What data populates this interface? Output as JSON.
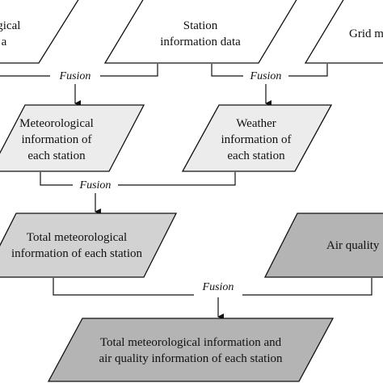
{
  "nodes": {
    "meteo_data": {
      "line1": "logical",
      "line2": "a"
    },
    "station_data": {
      "line1": "Station",
      "line2": "information data"
    },
    "grid_data": {
      "line1": "Grid m"
    },
    "meteo_station": {
      "line1": "Meteorological",
      "line2": "information of",
      "line3": "each station"
    },
    "weather_station": {
      "line1": "Weather",
      "line2": "information of",
      "line3": "each station"
    },
    "total_meteo": {
      "line1": "Total meteorological",
      "line2": "information of each station"
    },
    "air_quality": {
      "line1": "Air quality"
    },
    "final": {
      "line1": "Total meteorological information and",
      "line2": "air quality information of each station"
    }
  },
  "fusion_labels": {
    "f1": "Fusion",
    "f2": "Fusion",
    "f3": "Fusion",
    "f4": "Fusion"
  },
  "colors": {
    "white_fill": "#ffffff",
    "light_fill": "#ececec",
    "mid_fill": "#d2d2d2",
    "dark_fill": "#b4b4b4",
    "stroke": "#111111"
  }
}
